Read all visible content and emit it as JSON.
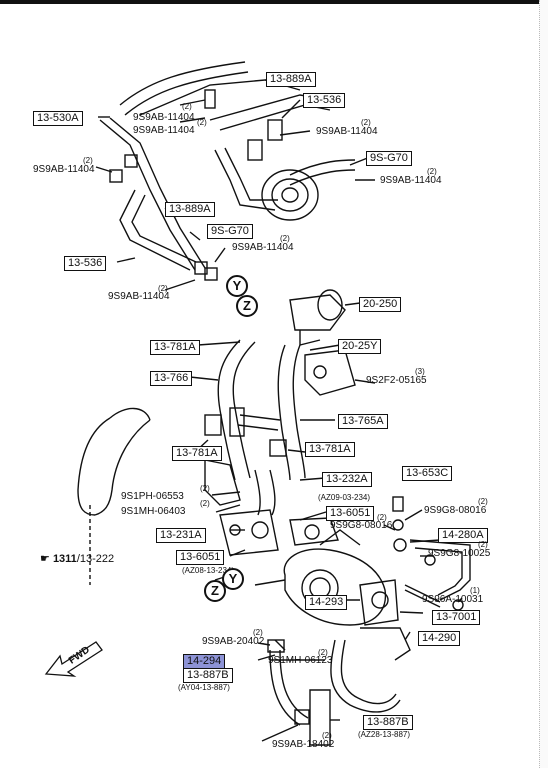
{
  "callouts": {
    "c13_889A_top": "13-889A",
    "c13_536_top": "13-536",
    "c13_530A": "13-530A",
    "c9S_G70_right": "9S-G70",
    "c13_889A_mid": "13-889A",
    "c9S_G70_mid": "9S-G70",
    "c13_536_left": "13-536",
    "c20_250": "20-250",
    "c13_781A_1": "13-781A",
    "c20_25Y": "20-25Y",
    "c13_766": "13-766",
    "c13_765A": "13-765A",
    "c13_781A_2": "13-781A",
    "c13_781A_3": "13-781A",
    "c13_232A": "13-232A",
    "c13_653C": "13-653C",
    "c13_6051_a": "13-6051",
    "c14_280A": "14-280A",
    "c13_231A": "13-231A",
    "c13_6051_b": "13-6051",
    "c14_293": "14-293",
    "c13_7001": "13-7001",
    "c14_294": "14-294",
    "c13_887B_left": "13-887B",
    "c14_290": "14-290",
    "c13_887B_right": "13-887B"
  },
  "parts": {
    "p1": "9S9AB-11404",
    "p1q": "(2)",
    "p2": "9S9AB-11404",
    "p2q": "(2)",
    "p3": "9S9AB-11404",
    "p3q": "(2)",
    "p4": "9S9AB-11404",
    "p4q": "(2)",
    "p5": "9S9AB-11404",
    "p5q": "(2)",
    "p6": "9S9AB-11404",
    "p6q": "(2)",
    "p7": "9S9AB-11404",
    "p7q": "(2)",
    "p8": "9S2F2-05165",
    "p8q": "(3)",
    "p9": "9S1PH-06553",
    "p9q": "(2)",
    "p10": "9S1MH-06403",
    "p10q": "(2)",
    "p11": "9S9G8-08016",
    "p11q": "(2)",
    "p12": "9S9G8-08016",
    "p12q": "(2)",
    "p13": "9S9G8-10025",
    "p13q": "(2)",
    "p14": "9S96A-10031",
    "p14q": "(1)",
    "p15": "9S9AB-20402",
    "p15q": "(2)",
    "p16": "9S1MH-06123",
    "p16q": "(2)",
    "p17": "9S9AB-18402",
    "p17q": "(2)"
  },
  "refs": {
    "r1": "(AZ09-03-234)",
    "r2": "(AZ08-13-234)",
    "r3": "(AY04-13-887)",
    "r4": "(AZ28-13-887)",
    "page_ref_main": "1311",
    "page_ref_sub": "/13-222"
  },
  "markers": {
    "y": "Y",
    "z": "Z"
  },
  "fwd_label": "FWD"
}
